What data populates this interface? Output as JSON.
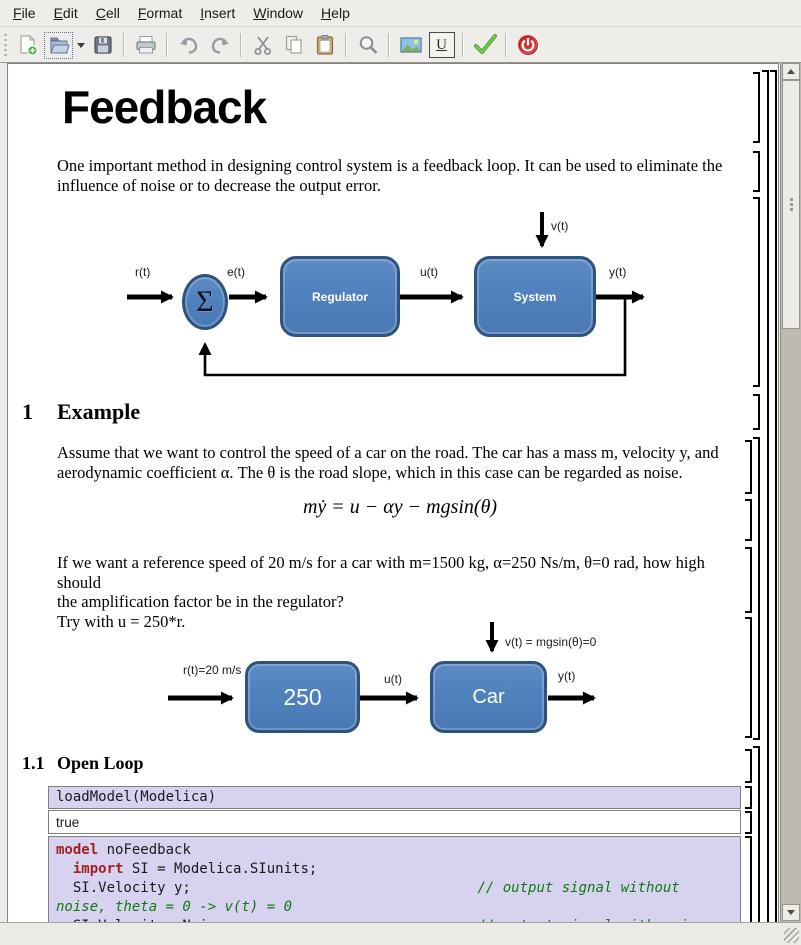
{
  "menu": {
    "items": [
      "File",
      "Edit",
      "Cell",
      "Format",
      "Insert",
      "Window",
      "Help"
    ]
  },
  "toolbar": {
    "underline_label": "U",
    "icons": [
      "new-notebook-icon",
      "open-notebook-icon",
      "open-dropdown-icon",
      "save-icon",
      "print-icon",
      "undo-icon",
      "redo-icon",
      "cut-icon",
      "copy-icon",
      "paste-icon",
      "search-icon",
      "image-icon",
      "underline-icon",
      "evaluate-check-icon",
      "stop-power-icon"
    ]
  },
  "doc": {
    "title": "Feedback",
    "intro": "One important method in designing control system is a feedback loop. It can be used to eliminate the\ninfluence of noise or to decrease the output error.",
    "section1_number": "1",
    "section1_title": "Example",
    "assume": "Assume that we want to control the speed of a car on the road. The car has a mass m, velocity y, and\naerodynamic coefficient α. The θ is the road slope, which in this case can be regarded as noise.",
    "formula": "mẏ = u − αy − mgsin(θ)",
    "speed": "If we want a reference speed of 20 m/s for a car with m=1500 kg, α=250 Ns/m, θ=0 rad, how high should\nthe amplification factor be in the regulator?\nTry with u = 250*r.",
    "section2_number": "1.1",
    "section2_title": "Open Loop"
  },
  "d1": {
    "r": "r(t)",
    "e": "e(t)",
    "u": "u(t)",
    "y": "y(t)",
    "v": "v(t)",
    "sum": "Σ",
    "regulator": "Regulator",
    "system": "System"
  },
  "d2": {
    "r": "r(t)=20 m/s",
    "u": "u(t)",
    "y": "y(t)",
    "v": "v(t) = mgsin(θ)=0",
    "gain": "250",
    "car": "Car"
  },
  "cells": {
    "input1": "loadModel(Modelica)",
    "output1": "true",
    "model_lines": [
      [
        {
          "t": "model",
          "c": "kw"
        },
        {
          "t": " noFeedback",
          "c": "pl"
        }
      ],
      [
        {
          "t": "  ",
          "c": "pl"
        },
        {
          "t": "import",
          "c": "kw"
        },
        {
          "t": " SI = Modelica.SIunits;",
          "c": "pl"
        }
      ],
      [
        {
          "t": "  SI.Velocity y;",
          "c": "pl"
        },
        {
          "t": "                                  ",
          "c": "pl"
        },
        {
          "t": "// output signal without",
          "c": "cm"
        }
      ],
      [
        {
          "t": "noise, theta = 0 -> v(t) = 0",
          "c": "cm"
        }
      ],
      [
        {
          "t": "  SI.Velocity yNoise;",
          "c": "pl"
        },
        {
          "t": "                             ",
          "c": "pl"
        },
        {
          "t": "// output signal with noise",
          "c": "cm"
        }
      ]
    ]
  },
  "colors": {
    "block_fill": "#4f81bd",
    "block_border": "#2f5380",
    "code_background": "#d6d2f0",
    "keyword": "#a02020",
    "comment": "#0e7c0e",
    "check_green": "#4ea829",
    "power_red": "#d83030"
  }
}
